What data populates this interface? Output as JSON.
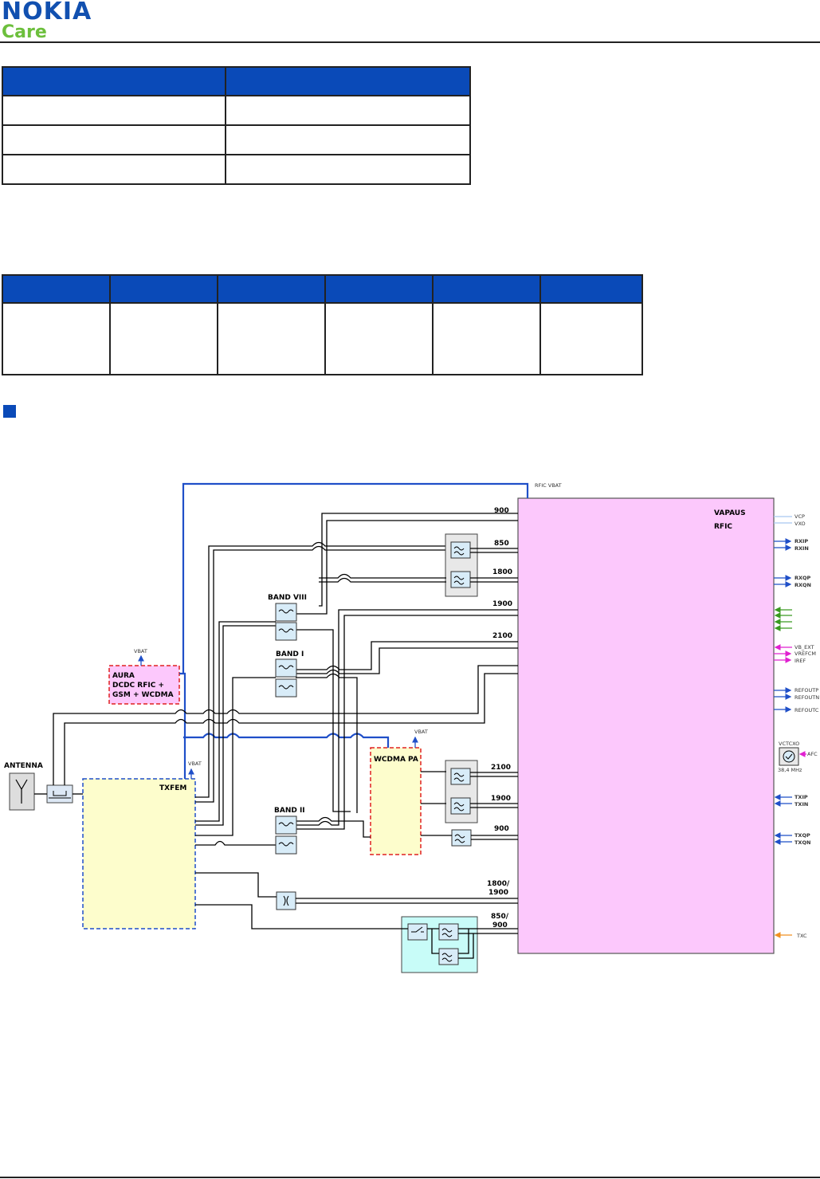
{
  "header": {
    "brand": "NOKIA",
    "sub": "Care"
  },
  "diagram": {
    "blocks": {
      "vapaus": "VAPAUS",
      "rfic": "RFIC",
      "txfem": "TXFEM",
      "aura_1": "AURA",
      "aura_2": "DCDC RFIC +",
      "aura_3": "GSM + WCDMA",
      "wcdma_pa": "WCDMA PA",
      "antenna": "ANTENNA",
      "vctcxo": "VCTCXO",
      "vctcxo_freq": "38,4 MHz"
    },
    "bands": {
      "viii": "BAND VIII",
      "i": "BAND I",
      "ii": "BAND II"
    },
    "freqs": {
      "f900a": "900",
      "f850": "850",
      "f1800": "1800",
      "f1900a": "1900",
      "f2100a": "2100",
      "f2100b": "2100",
      "f1900b": "1900",
      "f900b": "900",
      "f1800_1900_a": "1800/",
      "f1800_1900_b": "1900",
      "f850_900_a": "850/",
      "f850_900_b": "900"
    },
    "supplies": {
      "rfic_vbat": "RFIC VBAT",
      "vbat_aura": "VBAT",
      "vbat_txfem": "VBAT",
      "vbat_pa": "VBAT"
    },
    "pins": {
      "vcp": "VCP",
      "vxo": "VXO",
      "rxip": "RXIP",
      "rxin": "RXIN",
      "rxqp": "RXQP",
      "rxqn": "RXQN",
      "vb_ext": "VB_EXT",
      "vrefcm": "VREFCM",
      "iref": "IREF",
      "refoutp": "REFOUTP",
      "refoutn": "REFOUTN",
      "refoutc": "REFOUTC",
      "afc": "AFC",
      "txip": "TXIP",
      "txin": "TXIN",
      "txqp": "TXQP",
      "txqn": "TXQN",
      "txc": "TXC"
    }
  }
}
